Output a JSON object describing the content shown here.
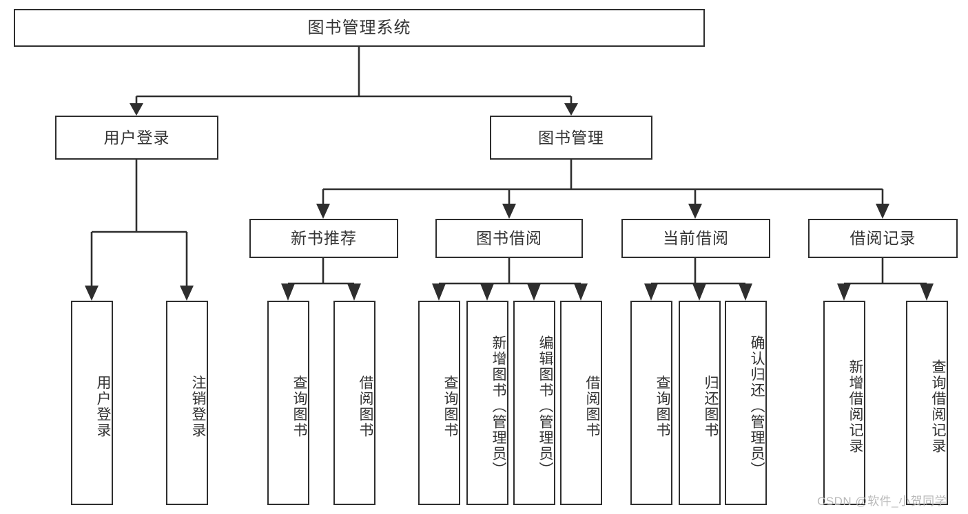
{
  "diagram": {
    "type": "tree-hierarchy",
    "title": "图书管理系统",
    "root": {
      "label": "图书管理系统"
    },
    "level2": [
      {
        "label": "用户登录"
      },
      {
        "label": "图书管理"
      }
    ],
    "level3": [
      {
        "label": "新书推荐"
      },
      {
        "label": "图书借阅"
      },
      {
        "label": "当前借阅"
      },
      {
        "label": "借阅记录"
      }
    ],
    "leaves": {
      "user_login": [
        {
          "label": "用户登录"
        },
        {
          "label": "注销登录"
        }
      ],
      "new_book_recommend": [
        {
          "label": "查询图书"
        },
        {
          "label": "借阅图书"
        }
      ],
      "book_borrow": [
        {
          "label": "查询图书"
        },
        {
          "label": "新增图书（管理员）"
        },
        {
          "label": "编辑图书（管理员）"
        },
        {
          "label": "借阅图书"
        }
      ],
      "current_borrow": [
        {
          "label": "查询图书"
        },
        {
          "label": "归还图书"
        },
        {
          "label": "确认归还（管理员）"
        }
      ],
      "borrow_record": [
        {
          "label": "新增借阅记录"
        },
        {
          "label": "查询借阅记录"
        }
      ]
    }
  },
  "watermark": {
    "text": "CSDN @软件_小贺同学"
  },
  "colors": {
    "stroke": "#2e2e2e",
    "text": "#333333",
    "background": "#ffffff",
    "watermark": "#b9b9b9"
  }
}
